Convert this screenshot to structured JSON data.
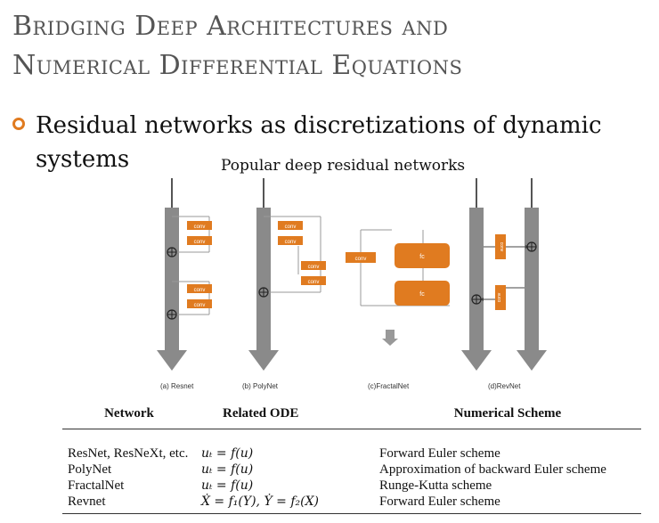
{
  "slide": {
    "title_line1": "Bridging Deep Architectures and",
    "title_line2": "Numerical Differential Equations",
    "bullet": "Residual networks as discretizations of dynamic systems",
    "figure_caption": "Popular deep residual networks",
    "accent_color": "#e07b20"
  },
  "figure": {
    "block_label_conv": "conv",
    "block_label_fc": "fc",
    "panels": [
      "(a) Resnet",
      "(b) PolyNet",
      "(c)FractalNet",
      "(d)RevNet"
    ]
  },
  "table": {
    "headers": [
      "Network",
      "Related ODE",
      "Numerical Scheme"
    ],
    "rows": [
      {
        "network": "ResNet, ResNeXt, etc.",
        "ode": "uₜ = f(u)",
        "scheme": "Forward Euler scheme"
      },
      {
        "network": "PolyNet",
        "ode": "uₜ = f(u)",
        "scheme": "Approximation of backward Euler scheme"
      },
      {
        "network": "FractalNet",
        "ode": "uₜ = f(u)",
        "scheme": "Runge-Kutta scheme"
      },
      {
        "network": "Revnet",
        "ode": "Ẋ = f₁(Y), Ẏ = f₂(X)",
        "scheme": "Forward Euler scheme"
      }
    ]
  }
}
